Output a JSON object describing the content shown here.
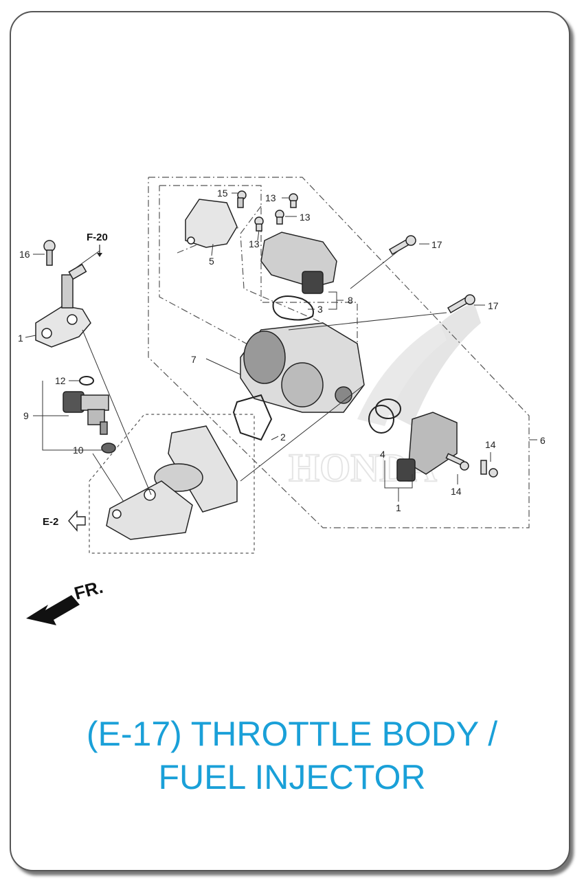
{
  "title": {
    "line1": "(E-17) THROTTLE BODY /",
    "line2": "FUEL INJECTOR",
    "color": "#1aa0d8"
  },
  "refs": {
    "f20": "F-20",
    "e2": "E-2",
    "fr": "FR."
  },
  "callouts": {
    "c16": "16",
    "c1a": "1",
    "c12": "12",
    "c9": "9",
    "c10": "10",
    "c15": "15",
    "c5": "5",
    "c13a": "13",
    "c13b": "13",
    "c13c": "13",
    "c8": "8",
    "c3": "3",
    "c7": "7",
    "c2": "2",
    "c17a": "17",
    "c17b": "17",
    "c4": "4",
    "c1b": "1",
    "c14a": "14",
    "c14b": "14",
    "c6": "6"
  },
  "watermark": "HONDA"
}
